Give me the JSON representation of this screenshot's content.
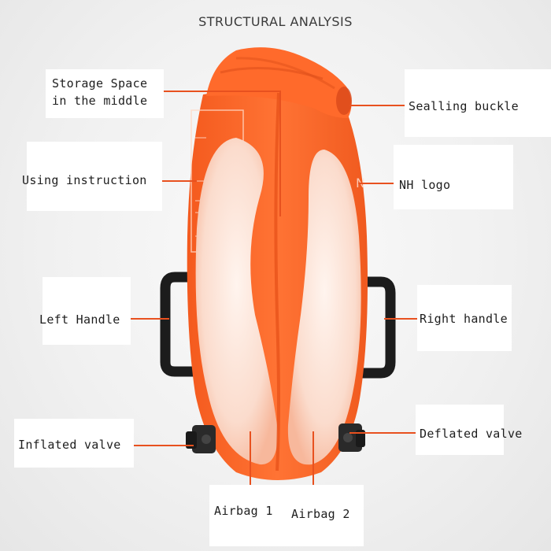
{
  "title": "STRUCTURAL ANALYSIS",
  "labels": {
    "storage": "Storage Space\nin the middle",
    "sealing": "Sealling buckle",
    "instruction": "Using instruction",
    "logo": "NH logo",
    "left_handle": "Left Handle",
    "right_handle": "Right handle",
    "inflated": "Inflated valve",
    "deflated": "Deflated valve",
    "airbag1": "Airbag 1",
    "airbag2": "Airbag 2"
  },
  "colors": {
    "bag": "#ff6a2b",
    "bag_dark": "#e8531a",
    "airbag": "#fbe3d8",
    "leader": "#e8511f",
    "handle": "#1c1c1c"
  }
}
